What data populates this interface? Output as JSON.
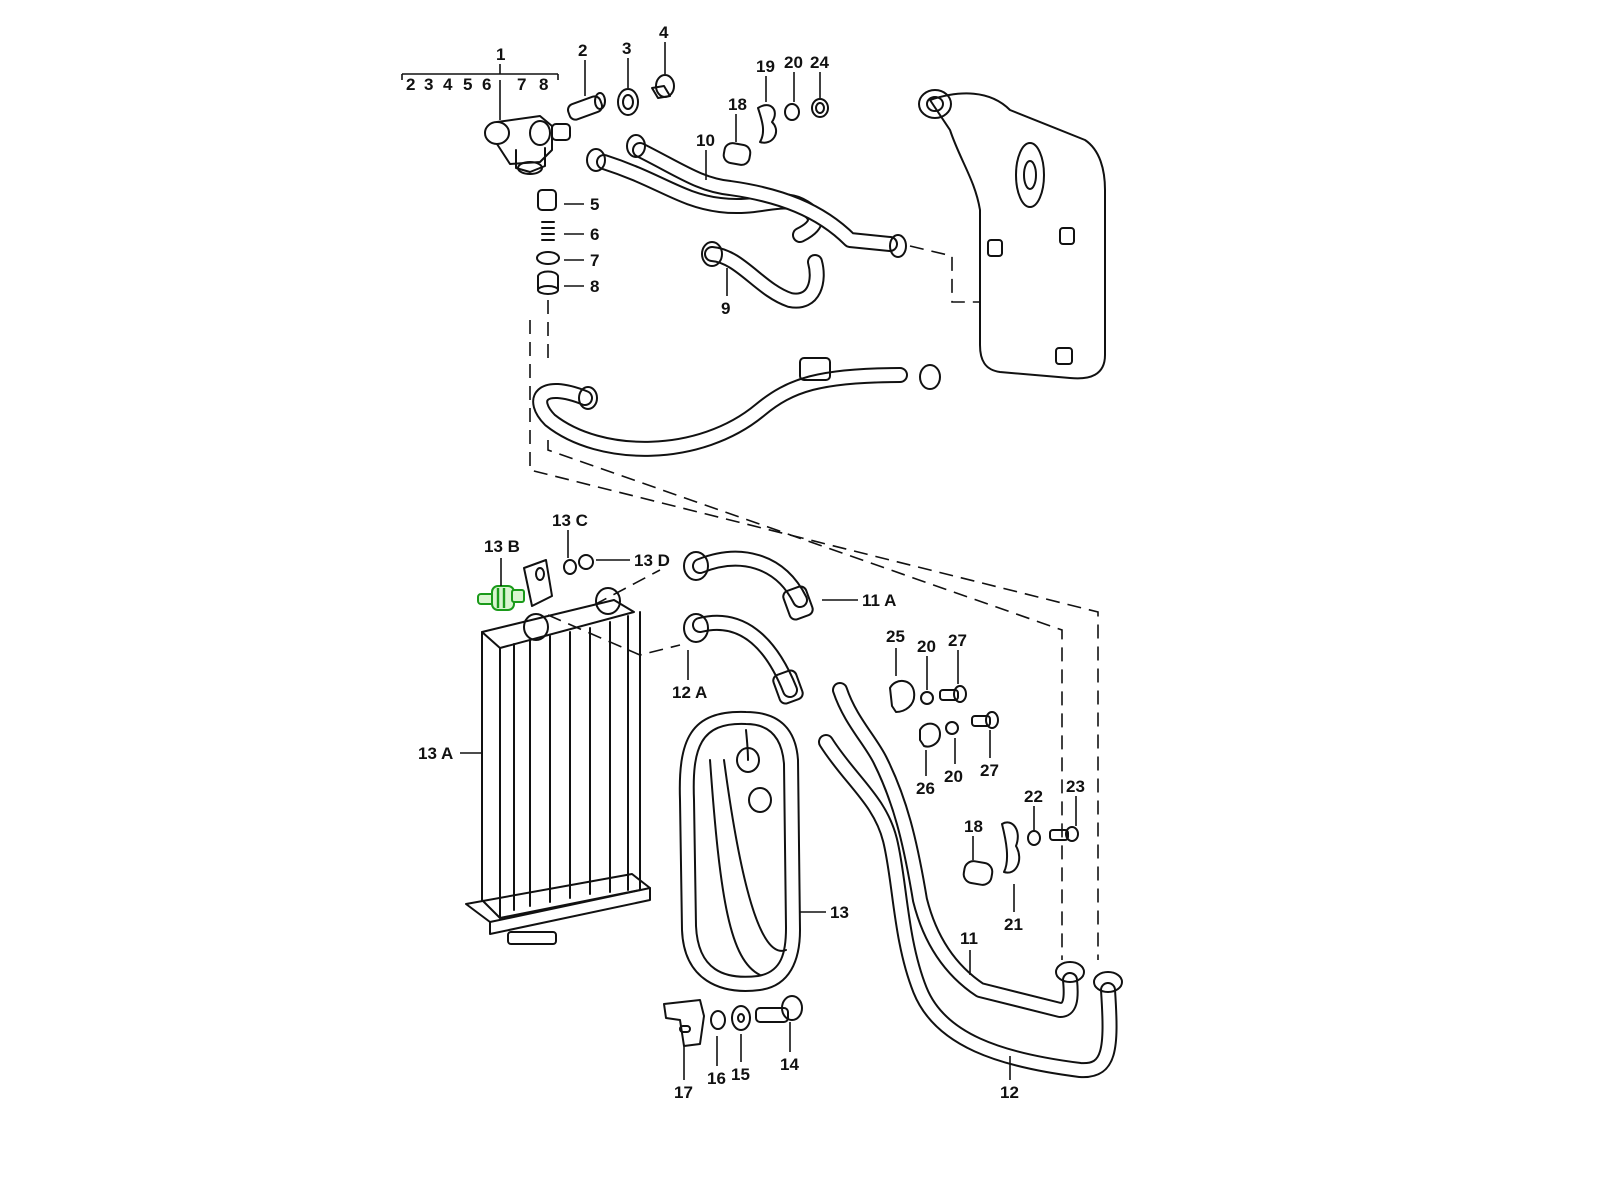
{
  "diagram": {
    "title": "Oil cooler and oil lines exploded parts diagram",
    "highlight_color": "#1a9a1a",
    "group_label": {
      "main": "1",
      "sub": [
        "2",
        "3",
        "4",
        "5",
        "6",
        "7",
        "8"
      ]
    },
    "callouts": {
      "c2": "2",
      "c3": "3",
      "c4": "4",
      "c19": "19",
      "c20a": "20",
      "c24": "24",
      "c18a": "18",
      "c10": "10",
      "c5": "5",
      "c6": "6",
      "c7": "7",
      "c8": "8",
      "c9": "9",
      "c13b": "13 B",
      "c13c": "13 C",
      "c13d": "13 D",
      "c11a": "11 A",
      "c12a": "12 A",
      "c13a": "13 A",
      "c25": "25",
      "c20b": "20",
      "c27a": "27",
      "c26": "26",
      "c20c": "20",
      "c27b": "27",
      "c22": "22",
      "c23": "23",
      "c18b": "18",
      "c21": "21",
      "c13": "13",
      "c11": "11",
      "c12": "12",
      "c17": "17",
      "c16": "16",
      "c15": "15",
      "c14": "14"
    },
    "highlighted_part": "13 B"
  }
}
